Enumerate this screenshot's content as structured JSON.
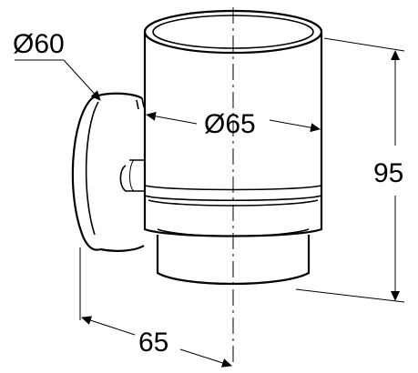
{
  "dimensions": {
    "mount_diameter": "Ø60",
    "cup_diameter": "Ø65",
    "height": "95",
    "depth": "65"
  },
  "colors": {
    "stroke": "#000000",
    "background": "#ffffff"
  }
}
